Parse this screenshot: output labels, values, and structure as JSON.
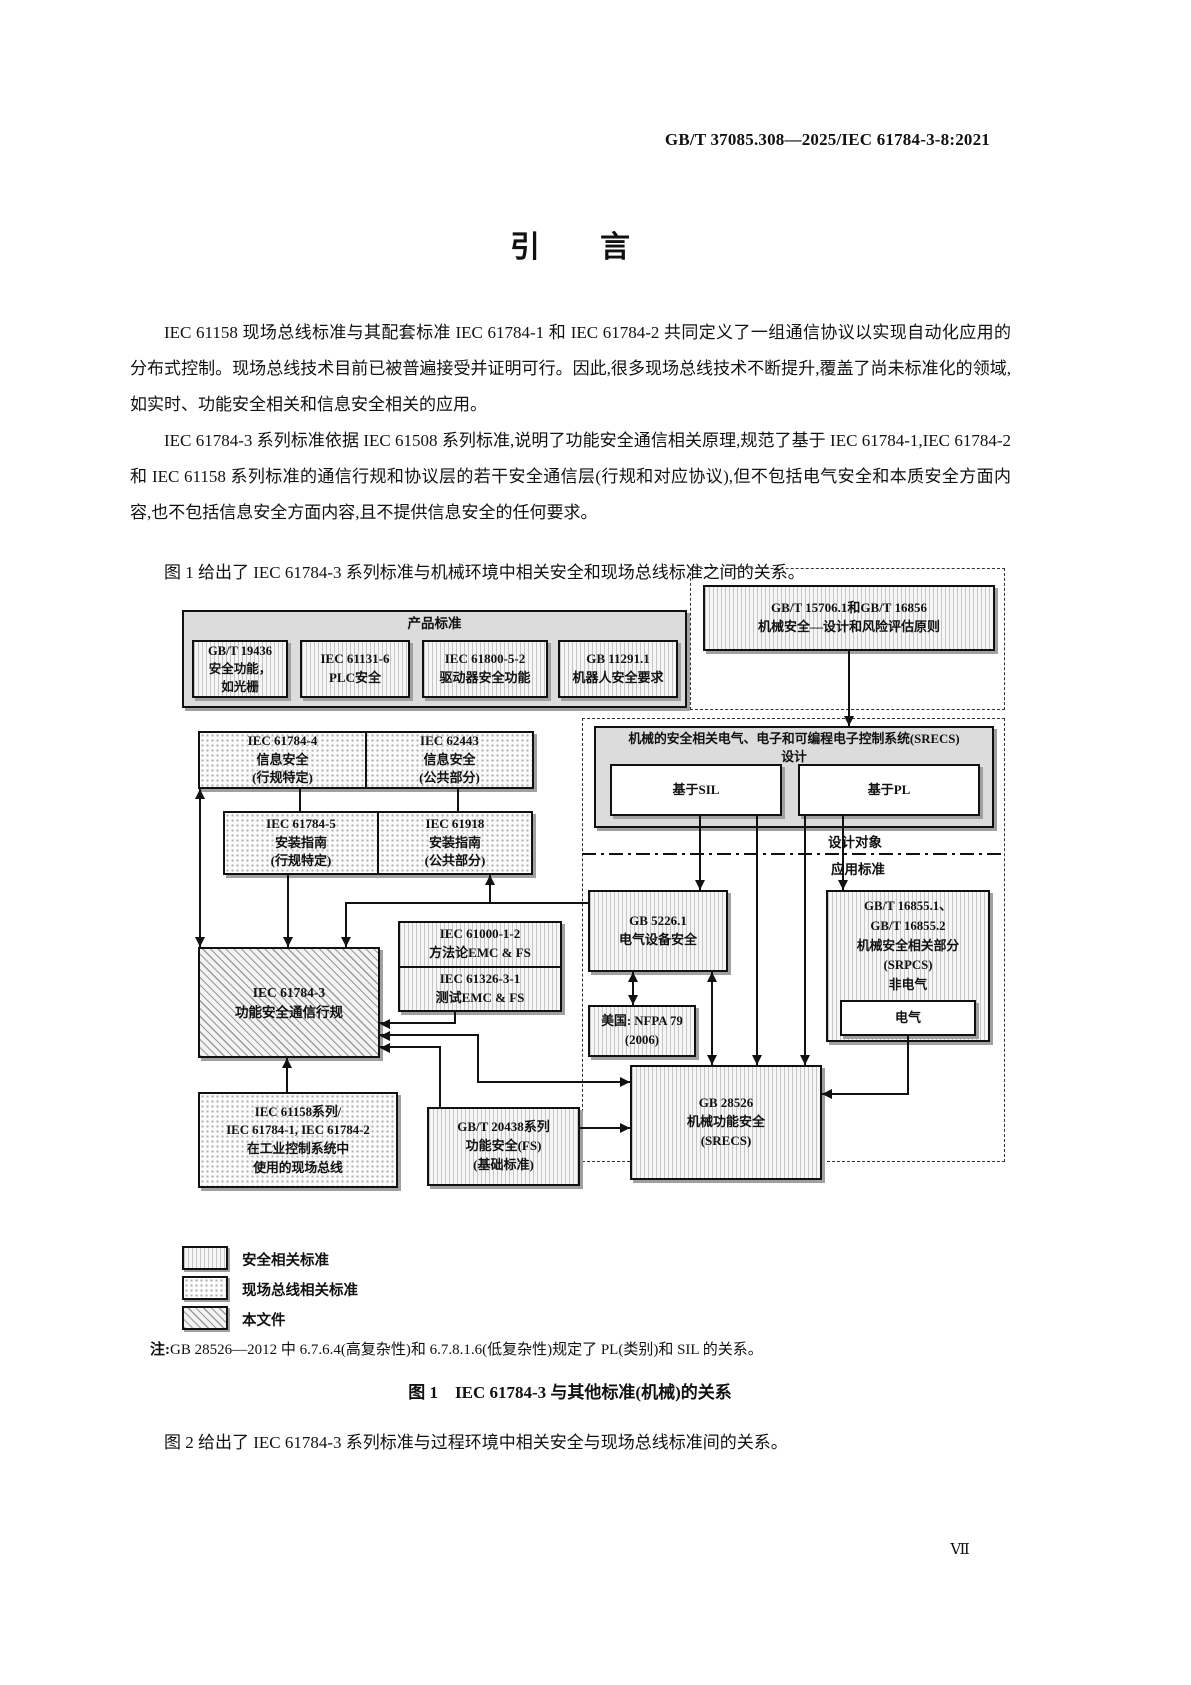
{
  "page": {
    "header": "GB/T 37085.308—2025/IEC 61784-3-8:2021",
    "title": "引　　言",
    "paragraphs": {
      "p1": "IEC 61158 现场总线标准与其配套标准 IEC 61784-1 和 IEC 61784-2 共同定义了一组通信协议以实现自动化应用的分布式控制。现场总线技术目前已被普遍接受并证明可行。因此,很多现场总线技术不断提升,覆盖了尚未标准化的领域,如实时、功能安全相关和信息安全相关的应用。",
      "p2": "IEC 61784-3 系列标准依据 IEC 61508 系列标准,说明了功能安全通信相关原理,规范了基于 IEC 61784-1,IEC 61784-2 和 IEC 61158 系列标准的通信行规和协议层的若干安全通信层(行规和对应协议),但不包括电气安全和本质安全方面内容,也不包括信息安全方面内容,且不提供信息安全的任何要求。",
      "p3": "图 1 给出了 IEC 61784-3 系列标准与机械环境中相关安全和现场总线标准之间的关系。",
      "p4": "图 2 给出了 IEC 61784-3 系列标准与过程环境中相关安全与现场总线标准间的关系。"
    },
    "note_label": "注:",
    "note_body": "GB 28526—2012 中 6.7.6.4(高复杂性)和 6.7.8.1.6(低复杂性)规定了 PL(类别)和 SIL 的关系。",
    "caption": "图 1　IEC 61784-3 与其他标准(机械)的关系",
    "page_number": "Ⅶ"
  },
  "diagram": {
    "boxes": {
      "product_header": "产品标准",
      "gbt19436": "GB/T 19436\n安全功能，\n如光栅",
      "iec61131": "IEC 61131-6\nPLC安全",
      "iec61800": "IEC 61800-5-2\n驱动器安全功能",
      "gb11291": "GB 11291.1\n机器人安全要求",
      "gbt15706": "GB/T 15706.1和GB/T 16856\n机械安全—设计和风险评估原则",
      "srecs_design": "机械的安全相关电气、电子和可编程电子控制系统(SRECS)\n设计",
      "sil": "基于SIL",
      "pl": "基于PL",
      "iec61784_4": "IEC 61784-4\n信息安全\n(行规特定)",
      "iec62443": "IEC 62443\n信息安全\n(公共部分)",
      "iec61784_5": "IEC 61784-5\n安装指南\n(行规特定)",
      "iec61918": "IEC 61918\n安装指南\n(公共部分)",
      "iec61000": "IEC 61000-1-2\n方法论EMC & FS",
      "iec61326": "IEC 61326-3-1\n测试EMC & FS",
      "iec61784_3": "IEC 61784-3\n功能安全通信行规",
      "iec61158": "IEC 61158系列/\nIEC 61784-1, IEC 61784-2\n在工业控制系统中\n使用的现场总线",
      "gbt20438": "GB/T 20438系列\n功能安全(FS)\n(基础标准)",
      "gb5226": "GB 5226.1\n电气设备安全",
      "nfpa": "美国: NFPA 79\n(2006)",
      "gbt16855": "GB/T 16855.1、\nGB/T 16855.2\n机械安全相关部分\n(SRPCS)\n非电气",
      "elec": "电气",
      "gb28526": "GB 28526\n机械功能安全\n(SRECS)"
    },
    "labels": {
      "design_object": "设计对象",
      "application_standard": "应用标准"
    },
    "legend": [
      {
        "label": "安全相关标准"
      },
      {
        "label": "现场总线相关标准"
      },
      {
        "label": "本文件"
      }
    ]
  }
}
